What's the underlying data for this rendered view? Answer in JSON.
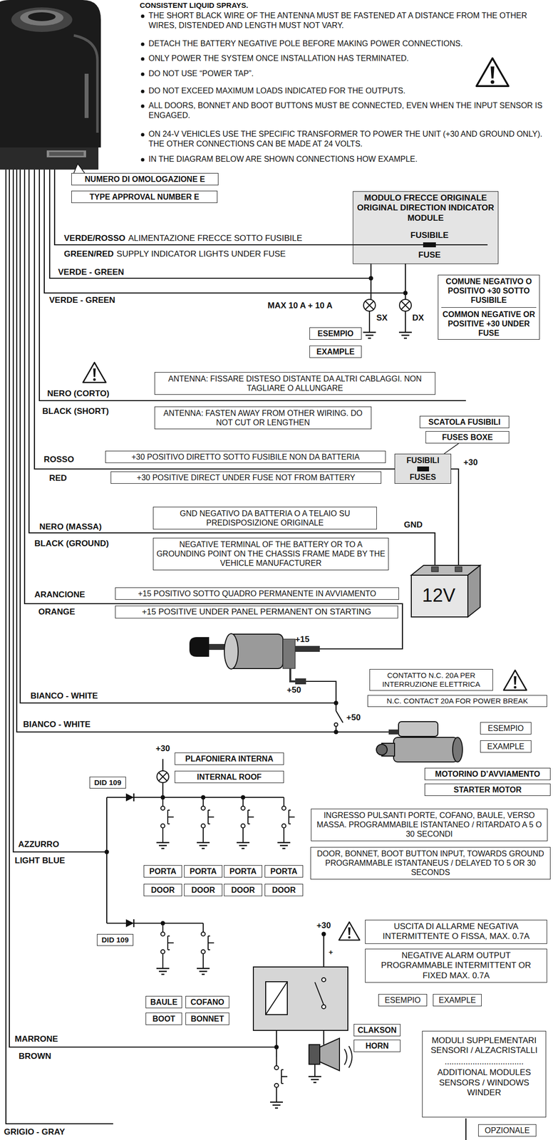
{
  "diagram": {
    "nodes": [
      {
        "text": [
          "NUMERO DI OMOLOGAZIONE E"
        ]
      },
      {
        "text": [
          "TYPE APPROVAL NUMBER E"
        ]
      },
      {
        "text": [
          "MODULO FRECCE ORIGINALE",
          "ORIGINAL DIRECTION INDICATOR MODULE"
        ]
      },
      {
        "text": [
          "COMUNE NEGATIVO O POSITIVO +30 SOTTO FUSIBILE",
          "COMMON NEGATIVE OR POSITIVE +30 UNDER FUSE"
        ]
      },
      {
        "text": [
          "ESEMPIO"
        ]
      },
      {
        "text": [
          "EXAMPLE"
        ]
      },
      {
        "text": [
          "ANTENNA: FISSARE DISTESO DISTANTE DA ALTRI CABLAGGI. NON TAGLIARE O ALLUNGARE"
        ]
      },
      {
        "text": [
          "ANTENNA: FASTEN AWAY FROM OTHER WIRING. DO NOT CUT OR LENGTHEN"
        ]
      },
      {
        "text": [
          "SCATOLA FUSIBILI"
        ]
      },
      {
        "text": [
          "FUSES BOXE"
        ]
      },
      {
        "text": [
          "+30 POSITIVO DIRETTO SOTTO FUSIBILE NON DA BATTERIA"
        ]
      },
      {
        "text": [
          "FUSIBILI",
          "FUSES"
        ]
      },
      {
        "text": [
          "+30 POSITIVE DIRECT UNDER FUSE NOT FROM BATTERY"
        ]
      },
      {
        "text": [
          "GND NEGATIVO DA BATTERIA O A TELAIO SU PREDISPOSIZIONE ORIGINALE"
        ]
      },
      {
        "text": [
          "NEGATIVE TERMINAL OF THE BATTERY OR TO A GROUNDING POINT ON THE CHASSIS FRAME MADE BY THE VEHICLE MANUFACTURER"
        ]
      },
      {
        "text": [
          "+15 POSITIVO SOTTO QUADRO PERMANENTE IN AVVIAMENTO"
        ]
      },
      {
        "text": [
          "+15 POSITIVE UNDER PANEL PERMANENT ON STARTING"
        ]
      },
      {
        "text": [
          "CONTATTO N.C. 20A PER INTERRUZIONE ELETTRICA"
        ]
      },
      {
        "text": [
          "N.C. CONTACT 20A FOR POWER BREAK"
        ]
      },
      {
        "text": [
          "ESEMPIO"
        ]
      },
      {
        "text": [
          "EXAMPLE"
        ]
      },
      {
        "text": [
          "MOTORINO D’AVVIAMENTO"
        ]
      },
      {
        "text": [
          "STARTER MOTOR"
        ]
      },
      {
        "text": [
          "PLAFONIERA INTERNA"
        ]
      },
      {
        "text": [
          "INTERNAL ROOF"
        ]
      },
      {
        "text": [
          "DID 109"
        ]
      },
      {
        "text": [
          "INGRESSO PULSANTI PORTE, COFANO, BAULE, VERSO MASSA. PROGRAMMABILE ISTANTANEO / RITARDATO A 5 O 30 SECONDI"
        ]
      },
      {
        "text": [
          "DOOR, BONNET, BOOT BUTTON INPUT, TOWARDS GROUND PROGRAMMABLE ISTANTANEUS / DELAYED TO 5 OR 30 SECONDS"
        ]
      },
      {
        "text": [
          "PORTA"
        ]
      },
      {
        "text": [
          "PORTA"
        ]
      },
      {
        "text": [
          "PORTA"
        ]
      },
      {
        "text": [
          "PORTA"
        ]
      },
      {
        "text": [
          "DOOR"
        ]
      },
      {
        "text": [
          "DOOR"
        ]
      },
      {
        "text": [
          "DOOR"
        ]
      },
      {
        "text": [
          "DOOR"
        ]
      },
      {
        "text": [
          "DID 109"
        ]
      },
      {
        "text": [
          "USCITA DI ALLARME NEGATIVA INTERMITTENTE O FISSA, MAX. 0.7A"
        ]
      },
      {
        "text": [
          "NEGATIVE ALARM OUTPUT PROGRAMMABLE INTERMITTENT OR FIXED MAX. 0.7A"
        ]
      },
      {
        "text": [
          "ESEMPIO"
        ]
      },
      {
        "text": [
          "EXAMPLE"
        ]
      },
      {
        "text": [
          "BAULE"
        ]
      },
      {
        "text": [
          "COFANO"
        ]
      },
      {
        "text": [
          "BOOT"
        ]
      },
      {
        "text": [
          "BONNET"
        ]
      },
      {
        "text": [
          "CLAKSON"
        ]
      },
      {
        "text": [
          "HORN"
        ]
      },
      {
        "text": [
          "MODULI SUPPLEMENTARI SENSORI / ALZACRISTALLI",
          "..................................",
          "ADDITIONAL MODULES SENSORS / WINDOWS WINDER"
        ]
      },
      {
        "text": [
          "OPZIONALE"
        ]
      }
    ],
    "edges": [
      {
        "from": 9,
        "to": 11,
        "arrow": "none"
      }
    ],
    "labels": [
      "CONSISTENT LIQUID SPRAYS.",
      "THE SHORT BLACK WIRE OF THE ANTENNA MUST BE FASTENED AT A DISTANCE FROM THE OTHER WIRES, DISTENDED AND LENGTH MUST NOT VARY.",
      "DETACH THE BATTERY NEGATIVE POLE BEFORE MAKING POWER CONNECTIONS.",
      "ONLY POWER THE SYSTEM ONCE INSTALLATION HAS TERMINATED.",
      "DO NOT USE “POWER TAP”.",
      "DO NOT EXCEED MAXIMUM LOADS INDICATED FOR THE OUTPUTS.",
      "ALL DOORS, BONNET AND BOOT BUTTONS MUST BE CONNECTED, EVEN WHEN THE INPUT SENSOR IS ENGAGED.",
      "ON 24-V VEHICLES USE THE SPECIFIC TRANSFORMER TO POWER THE UNIT (+30 AND GROUND ONLY). THE OTHER CONNECTIONS CAN BE MADE AT 24 VOLTS.",
      "IN THE DIAGRAM BELOW ARE SHOWN CONNECTIONS HOW EXAMPLE.",
      "VERDE/ROSSO",
      "ALIMENTAZIONE FRECCE SOTTO FUSIBILE",
      "FUSIBILE",
      "FUSE",
      "GREEN/RED",
      "SUPPLY INDICATOR LIGHTS UNDER FUSE",
      "VERDE - GREEN",
      "VERDE - GREEN",
      "MAX 10 A + 10 A",
      "SX",
      "DX",
      "NERO (CORTO)",
      "BLACK (SHORT)",
      "ROSSO",
      "RED",
      "+30",
      "NERO (MASSA)",
      "BLACK (GROUND)",
      "GND",
      "12V",
      "ARANCIONE",
      "ORANGE",
      "+15",
      "+50",
      "BIANCO - WHITE",
      "BIANCO - WHITE",
      "+50",
      "+30",
      "AZZURRO",
      "LIGHT BLUE",
      "+30",
      "+",
      "MARRONE",
      "BROWN",
      "GRIGIO - GRAY"
    ]
  }
}
